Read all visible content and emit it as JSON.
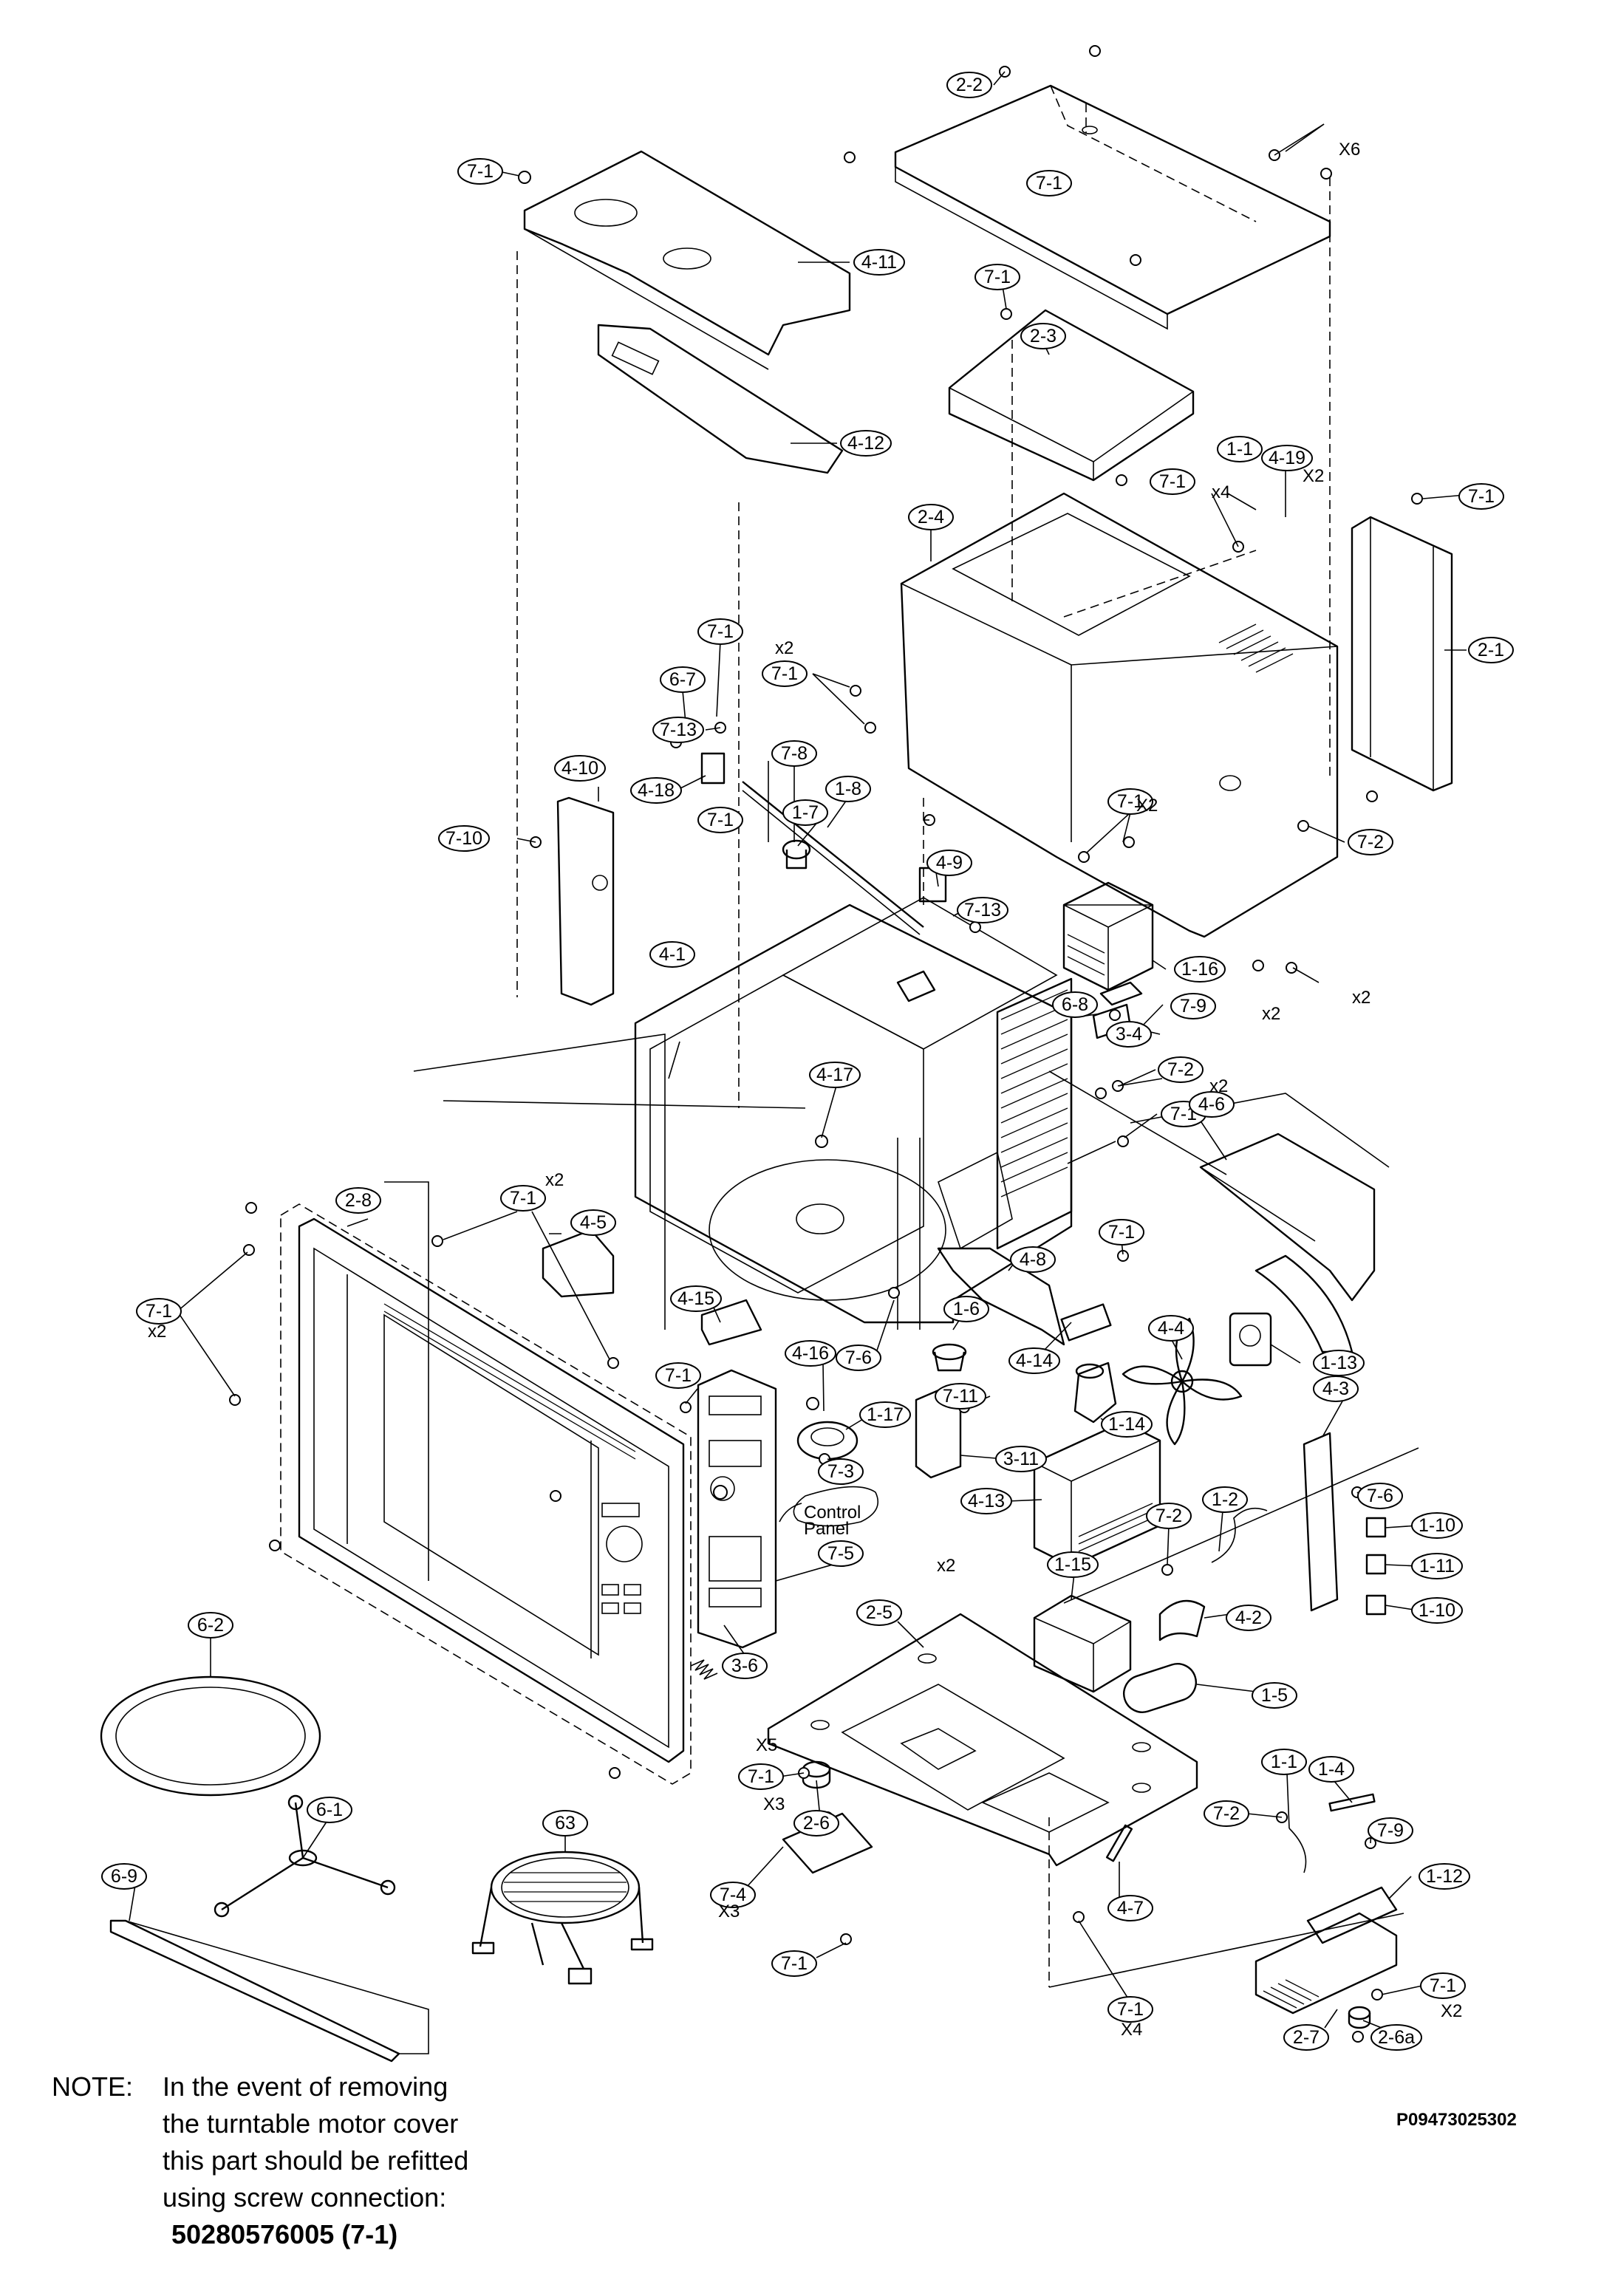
{
  "callouts": [
    "7-1",
    "4-11",
    "4-12",
    "2-2",
    "7-1",
    "2-3",
    "7-1",
    "1-1",
    "4-19",
    "7-1",
    "2-1",
    "2-4",
    "7-1",
    "7-1",
    "7-1",
    "6-7",
    "7-13",
    "7-8",
    "1-7",
    "1-8",
    "4-18",
    "7-1",
    "4-10",
    "7-10",
    "4-9",
    "7-13",
    "7-1",
    "7-2",
    "4-1",
    "1-16",
    "6-8",
    "7-9",
    "3-4",
    "4-17",
    "7-2",
    "7-1",
    "4-6",
    "7-1",
    "2-8",
    "4-5",
    "7-1",
    "7-1",
    "4-15",
    "4-8",
    "7-1",
    "1-6",
    "7-6",
    "4-4",
    "1-13",
    "4-16",
    "1-17",
    "4-14",
    "7-11",
    "1-14",
    "7-3",
    "3-11",
    "4-3",
    "7-6",
    "4-13",
    "7-2",
    "1-2",
    "1-10",
    "1-11",
    "1-10",
    "1-15",
    "7-5",
    "3-6",
    "6-2",
    "2-5",
    "4-2",
    "1-5",
    "7-1",
    "2-6",
    "7-4",
    "1-1",
    "1-4",
    "7-2",
    "7-9",
    "1-12",
    "6-1",
    "63",
    "6-9",
    "7-1",
    "4-7",
    "7-1",
    "2-7",
    "7-1",
    "2-6a"
  ],
  "quantities": {
    "x6": "X6",
    "x4_top": "x4",
    "x2_top": "X2",
    "x2_mid": "x2",
    "x2_magnetron": "X2",
    "x2_screws": "x2",
    "x2_7_9": "x2",
    "x2_7_2": "x2",
    "x2_7_1_door": "x2",
    "x2_left": "x2",
    "x2_7_5": "x2",
    "x5": "X5",
    "x3_a": "X3",
    "x3_b": "X3",
    "x4_bottom": "X4",
    "x2_bottom": "X2"
  },
  "control_panel_label": [
    "Control",
    "Panel"
  ],
  "note": {
    "lead": "NOTE:",
    "lines": [
      "In the event of removing",
      "the turntable motor cover",
      "this part should be refitted",
      "using screw connection:"
    ],
    "part_number": "50280576005 (7-1)"
  },
  "drawing_code": "P09473025302"
}
